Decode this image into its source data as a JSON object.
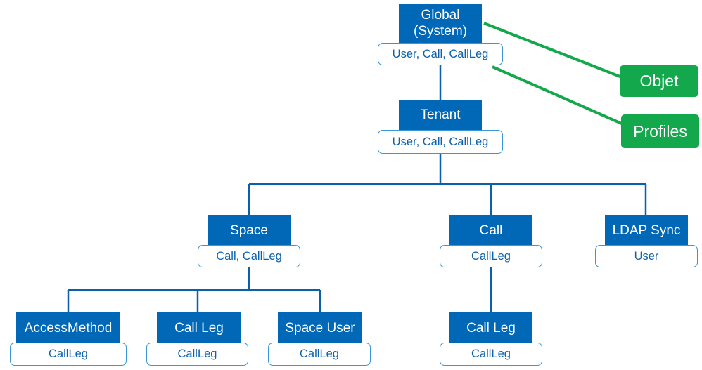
{
  "colors": {
    "object_fill": "#0068b7",
    "profile_border": "#3a96d4",
    "profile_text": "#0d62ad",
    "connector": "#0b5fab",
    "callout_fill": "#12a84b"
  },
  "callouts": {
    "objet": "Objet",
    "profiles": "Profiles"
  },
  "nodes": {
    "global": {
      "object": "Global\n(System)",
      "profiles": "User, Call, CallLeg"
    },
    "tenant": {
      "object": "Tenant",
      "profiles": "User, Call, CallLeg"
    },
    "space": {
      "object": "Space",
      "profiles": "Call, CallLeg"
    },
    "call": {
      "object": "Call",
      "profiles": "CallLeg"
    },
    "ldap_sync": {
      "object": "LDAP Sync",
      "profiles": "User"
    },
    "access_method": {
      "object": "AccessMethod",
      "profiles": "CallLeg"
    },
    "space_call_leg": {
      "object": "Call Leg",
      "profiles": "CallLeg"
    },
    "space_user": {
      "object": "Space User",
      "profiles": "CallLeg"
    },
    "call_call_leg": {
      "object": "Call Leg",
      "profiles": "CallLeg"
    }
  }
}
